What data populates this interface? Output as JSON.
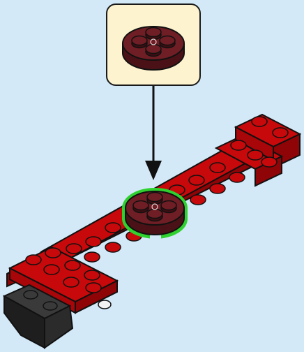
{
  "scene": {
    "step_description": "",
    "colors": {
      "background": "#d3e9f8",
      "callout_bg": "#fdf3cf",
      "red_brick": "#c8090b",
      "red_dark": "#8f0407",
      "dark_red_round_plate": "#6e1e24",
      "dark_red_shade": "#4a1217",
      "highlight_outline": "#2fd12f",
      "black_part": "#2b2b2b",
      "outline": "#111111"
    },
    "callout_part": {
      "name": "round-plate-2x2",
      "color": "dark-red"
    },
    "arrow": {
      "direction": "down"
    }
  }
}
